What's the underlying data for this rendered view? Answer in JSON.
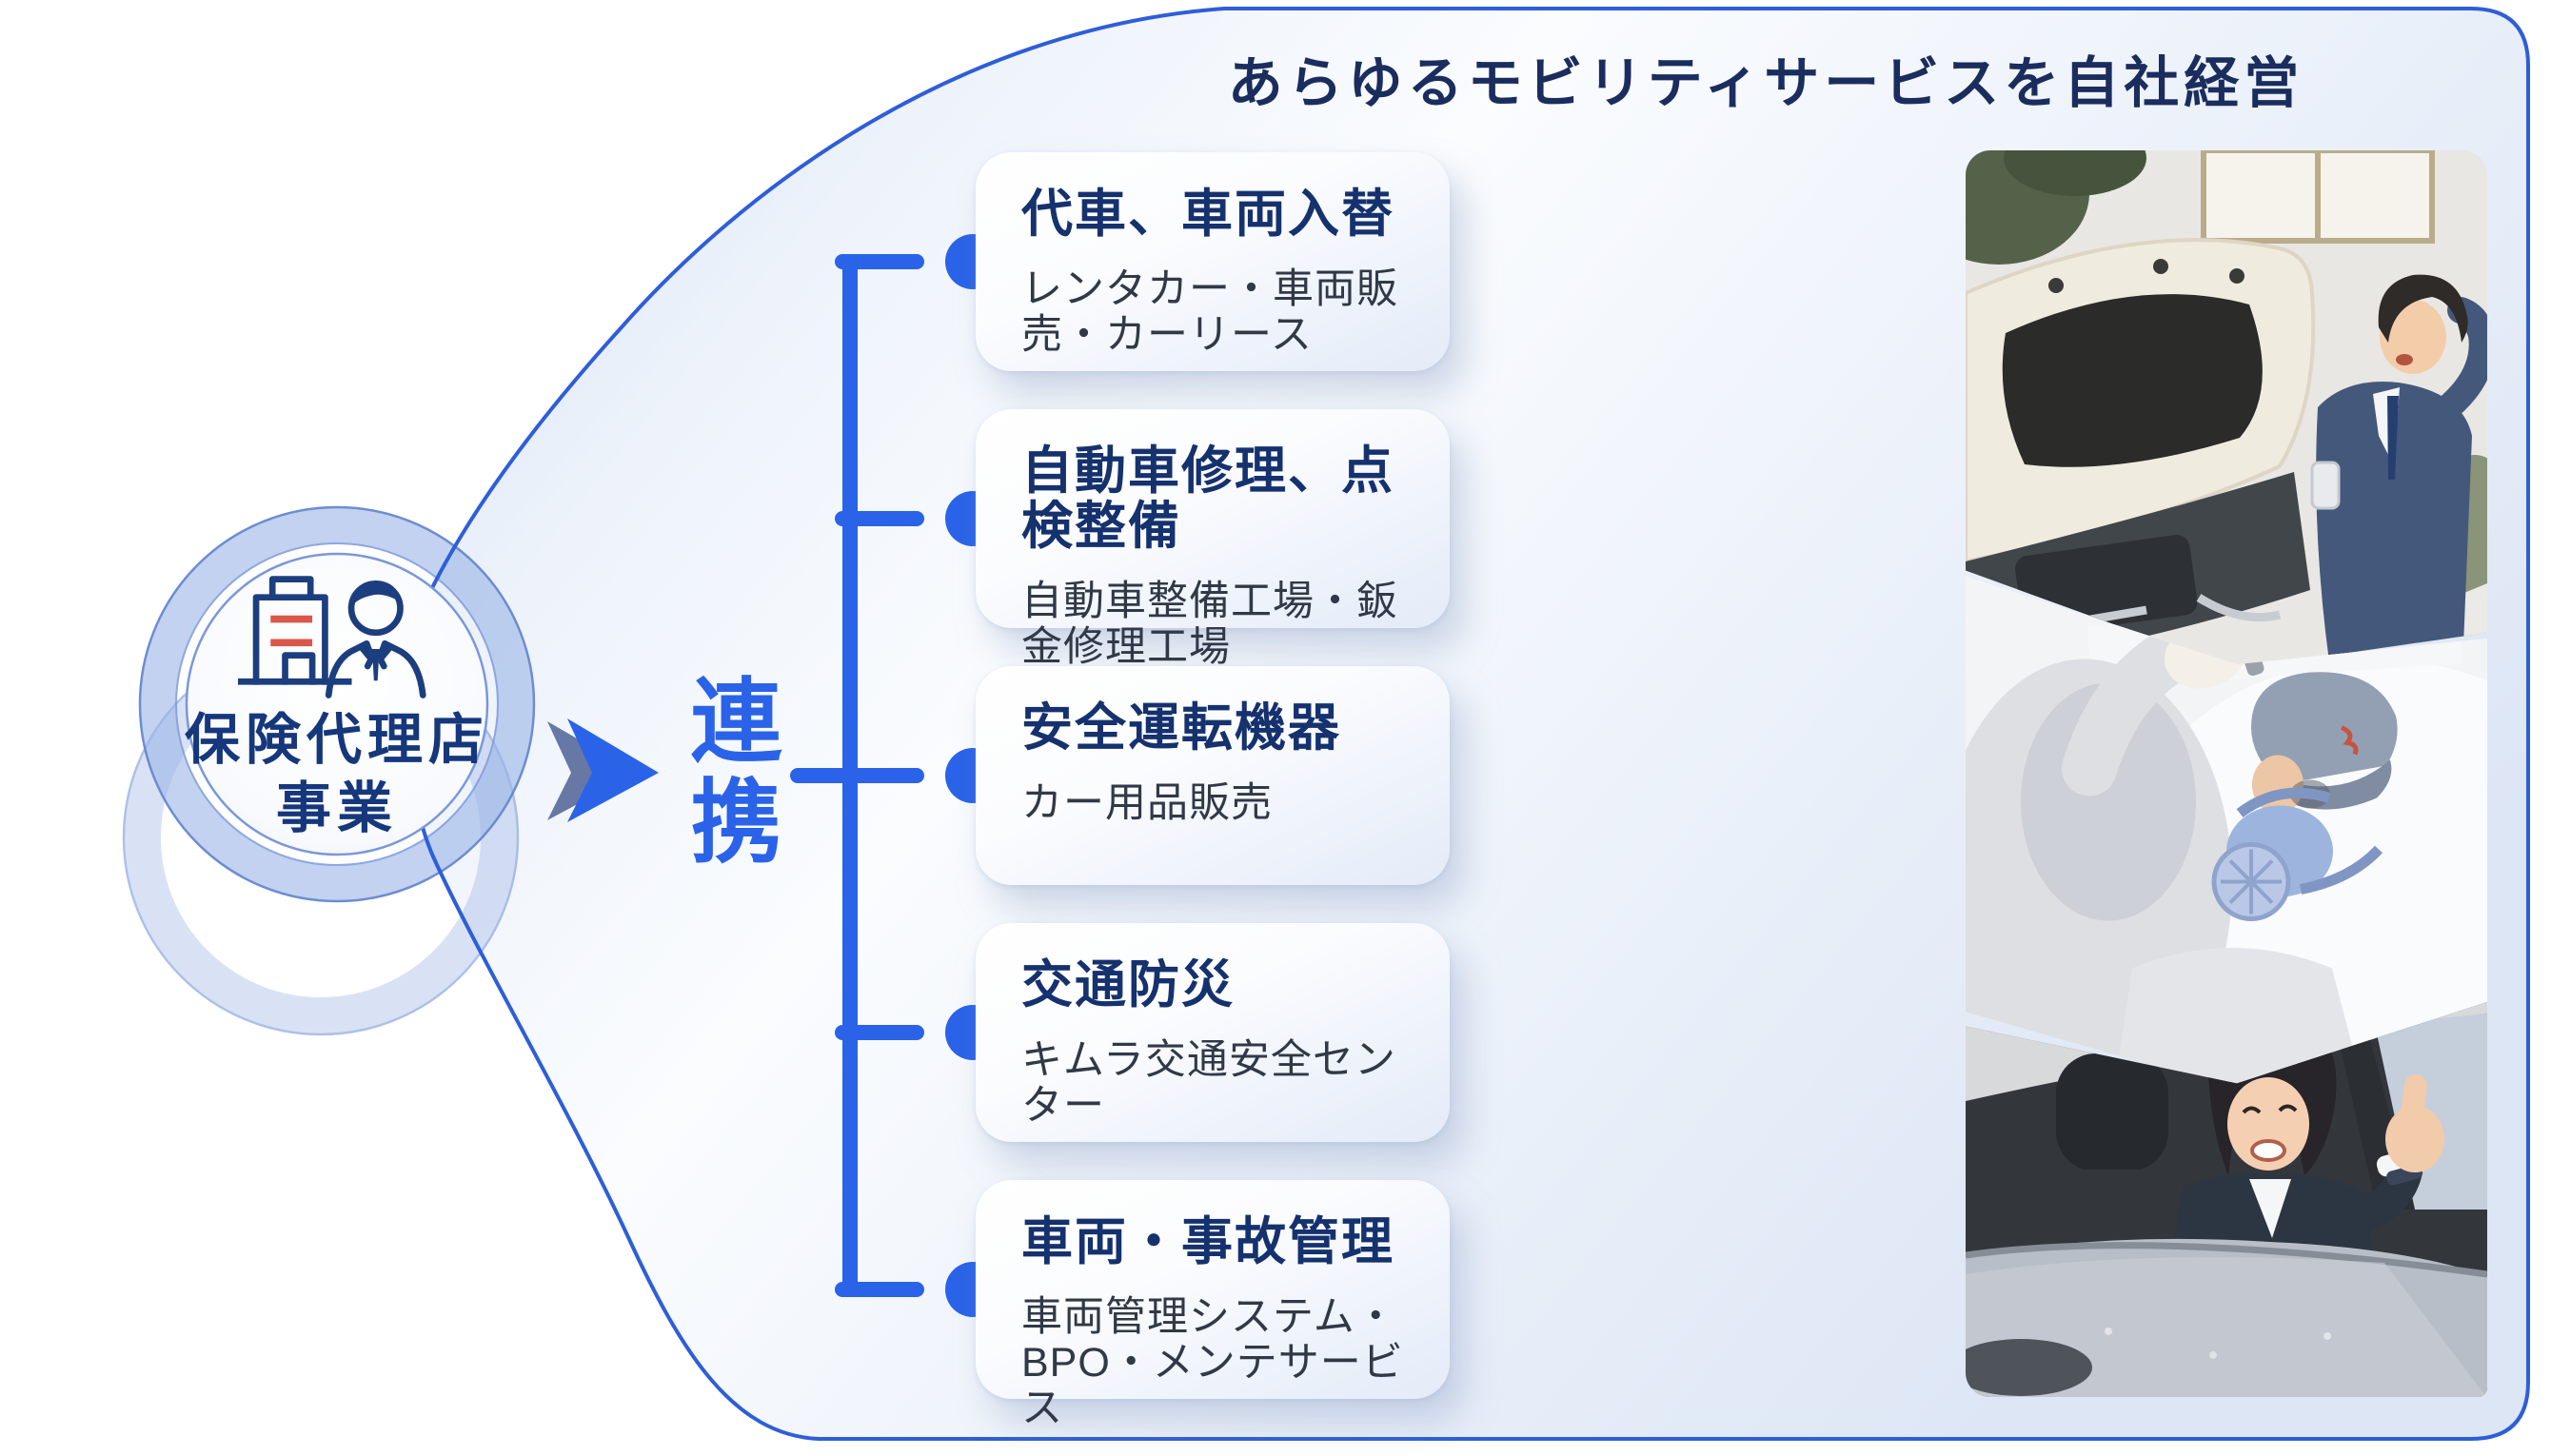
{
  "header": {
    "title": "あらゆるモビリティサービスを自社経営"
  },
  "source": {
    "label_line1": "保険代理店",
    "label_line2": "事業",
    "icon": "office-building-and-agent-icon"
  },
  "connector": {
    "label": "連携"
  },
  "services": [
    {
      "title": "代車、車両入替",
      "subtitle": "レンタカー・車両販売・カーリース"
    },
    {
      "title": "自動車修理、点検整備",
      "subtitle": "自動車整備工場・鈑金修理工場"
    },
    {
      "title": "安全運転機器",
      "subtitle": "カー用品販売"
    },
    {
      "title": "交通防災",
      "subtitle": "キムラ交通安全センター"
    },
    {
      "title": "車両・事故管理",
      "subtitle": "車両管理システム・BPO・メンテサービス"
    }
  ],
  "photos": [
    {
      "name": "businessman-phone-broken-car-photo"
    },
    {
      "name": "auto-body-painter-spraying-photo"
    },
    {
      "name": "driver-thumbs-up-photo"
    }
  ],
  "colors": {
    "accent_blue": "#2a63e8",
    "outline_blue": "#2e5ed8",
    "headline_navy": "#1a2d5e",
    "card_title_navy": "#15316e",
    "body_text": "#313947",
    "red_accent": "#d9584a",
    "ring_blue": "#b9cbf0"
  }
}
